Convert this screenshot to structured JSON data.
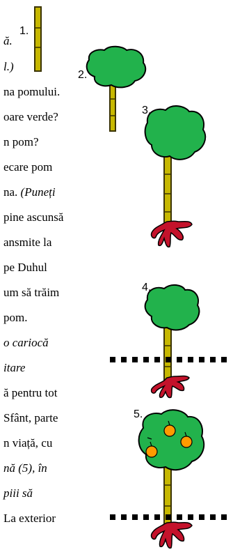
{
  "text_lines": [
    {
      "text": "ă.",
      "italic": true
    },
    {
      "text": "l.)",
      "italic": true
    },
    {
      "text": "na pomului.",
      "italic": false
    },
    {
      "text": "oare verde?",
      "italic": false
    },
    {
      "text": "n pom?",
      "italic": false
    },
    {
      "text": "ecare pom",
      "italic": false
    },
    {
      "text": "na. ",
      "italic": false,
      "tail": "(Puneți",
      "tail_italic": true
    },
    {
      "text": "pine ascunsă",
      "italic": false
    },
    {
      "text": "ansmite la",
      "italic": false
    },
    {
      "text": "pe Duhul",
      "italic": false
    },
    {
      "text": "um să trăim",
      "italic": false
    },
    {
      "text": " pom.",
      "italic": false
    },
    {
      "text": "o cariocă",
      "italic": true
    },
    {
      "text": "itare",
      "italic": true
    },
    {
      "text": "ă pentru tot",
      "italic": false
    },
    {
      "text": "Sfânt, parte",
      "italic": false
    },
    {
      "text": "n viață, cu",
      "italic": false
    },
    {
      "text": "nă (5), în",
      "italic": true
    },
    {
      "text": "piii să",
      "italic": true
    },
    {
      "text": " La exterior",
      "italic": false
    }
  ],
  "figure_labels": [
    "1.",
    "2.",
    "3.",
    "4.",
    "5."
  ],
  "colors": {
    "trunk": "#c7b800",
    "trunk_outline": "#3a3300",
    "foliage": "#22b24c",
    "roots": "#c4122b",
    "fruit": "#ff9b00",
    "ground_line": "#000000"
  }
}
